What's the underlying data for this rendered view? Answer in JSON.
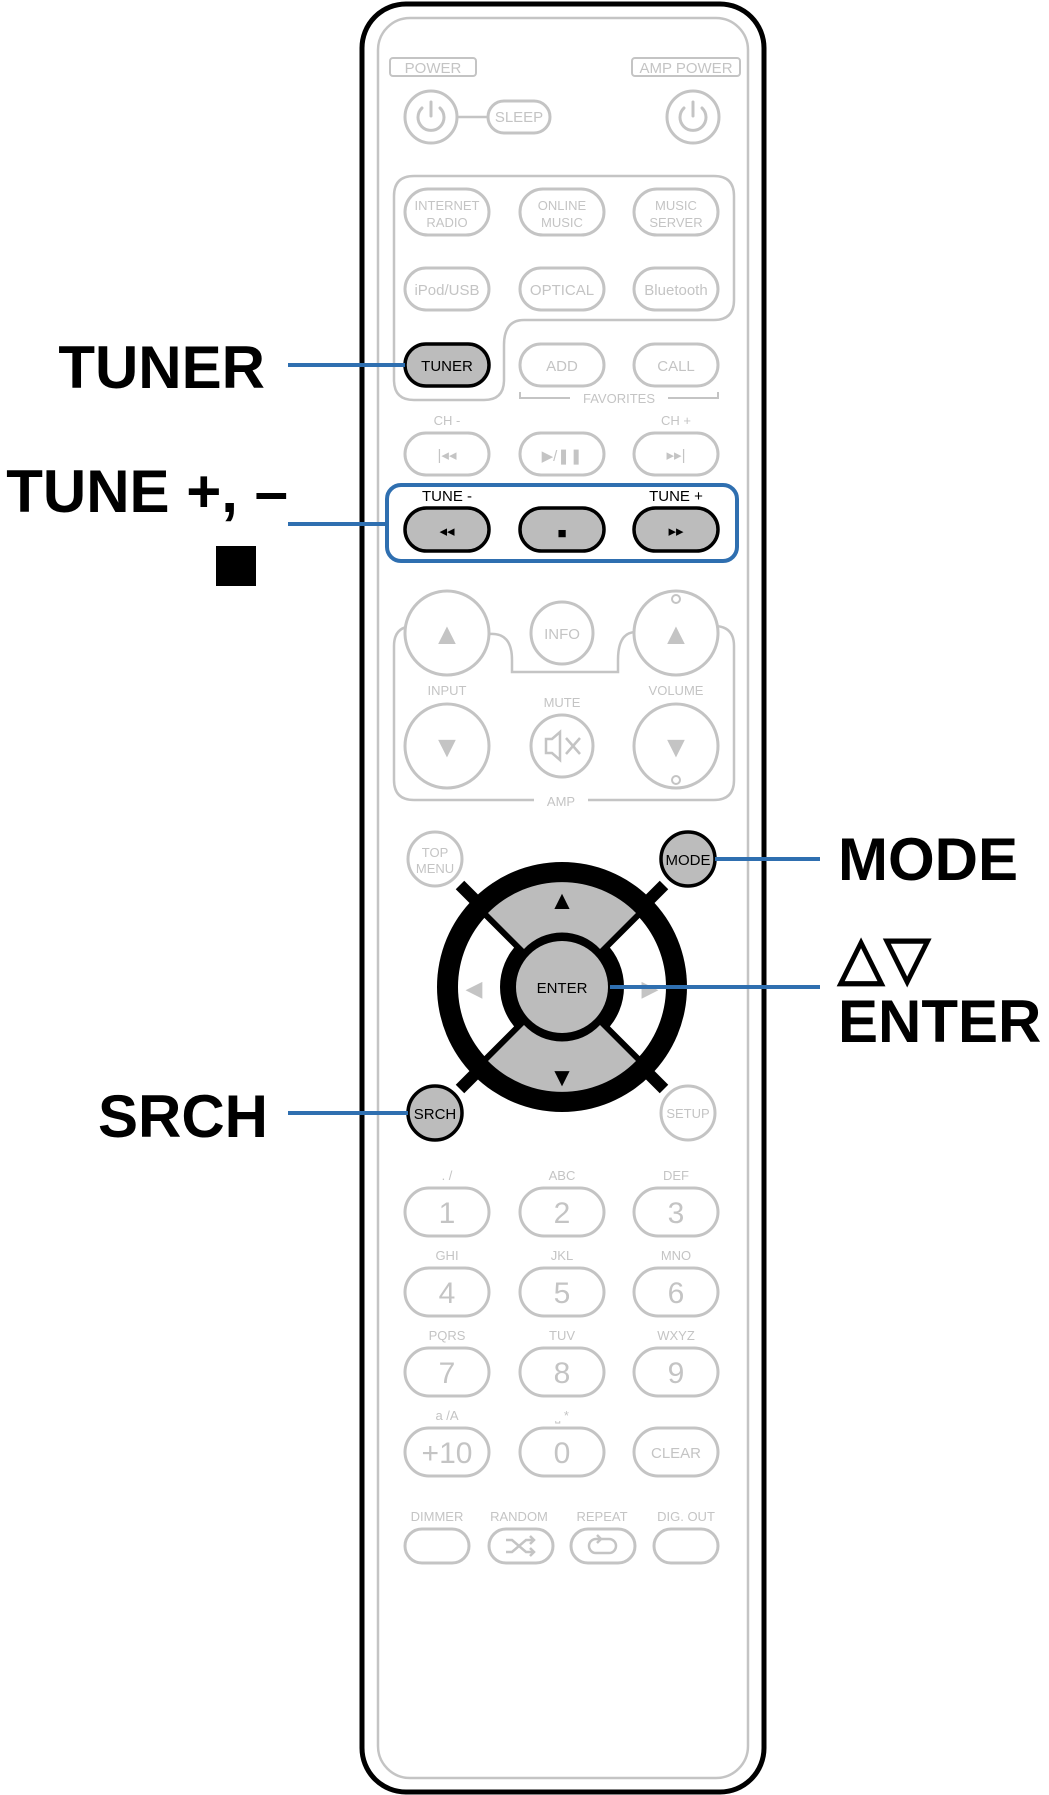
{
  "remote": {
    "power": {
      "label": "POWER",
      "amp_label": "AMP POWER",
      "sleep": "SLEEP"
    },
    "sources": {
      "internet_radio": [
        "INTERNET",
        "RADIO"
      ],
      "online_music": [
        "ONLINE",
        "MUSIC"
      ],
      "music_server": [
        "MUSIC",
        "SERVER"
      ],
      "ipod_usb": "iPod/USB",
      "optical": "OPTICAL",
      "bluetooth": "Bluetooth",
      "tuner": "TUNER",
      "add": "ADD",
      "call": "CALL",
      "favorites": "FAVORITES"
    },
    "transport": {
      "ch_minus": "CH -",
      "ch_plus": "CH +",
      "prev_glyph": "|◂◂",
      "play_glyph": "▶/❚❚",
      "next_glyph": "▸▸|",
      "tune_minus": "TUNE -",
      "tune_plus": "TUNE +",
      "rew_glyph": "◂◂",
      "stop_glyph": "■",
      "ff_glyph": "▸▸"
    },
    "amp": {
      "info": "INFO",
      "input": "INPUT",
      "mute": "MUTE",
      "volume": "VOLUME",
      "amp": "AMP",
      "up_glyph": "▲",
      "down_glyph": "▼"
    },
    "nav": {
      "top_menu": [
        "TOP",
        "MENU"
      ],
      "mode": "MODE",
      "enter": "ENTER",
      "srch": "SRCH",
      "setup": "SETUP",
      "up_glyph": "▲",
      "down_glyph": "▼",
      "left_glyph": "◀",
      "right_glyph": "▶"
    },
    "keypad": [
      {
        "num": "1",
        "letters": ". /"
      },
      {
        "num": "2",
        "letters": "ABC"
      },
      {
        "num": "3",
        "letters": "DEF"
      },
      {
        "num": "4",
        "letters": "GHI"
      },
      {
        "num": "5",
        "letters": "JKL"
      },
      {
        "num": "6",
        "letters": "MNO"
      },
      {
        "num": "7",
        "letters": "PQRS"
      },
      {
        "num": "8",
        "letters": "TUV"
      },
      {
        "num": "9",
        "letters": "WXYZ"
      },
      {
        "num": "+10",
        "letters": "a /A"
      },
      {
        "num": "0",
        "letters": "⎵ *"
      },
      {
        "num": "CLEAR",
        "letters": ""
      }
    ],
    "bottom": {
      "dimmer": "DIMMER",
      "random": "RANDOM",
      "repeat": "REPEAT",
      "dig_out": "DIG. OUT"
    }
  },
  "callouts": {
    "tuner": "TUNER",
    "tune": "TUNE +, –",
    "stop": "■",
    "mode": "MODE",
    "arrows": "△▽",
    "enter": "ENTER",
    "srch": "SRCH"
  },
  "colors": {
    "leader": "#2f6fb0",
    "highlight": "#bcbcbc",
    "ghost": "#c4c4c4"
  }
}
